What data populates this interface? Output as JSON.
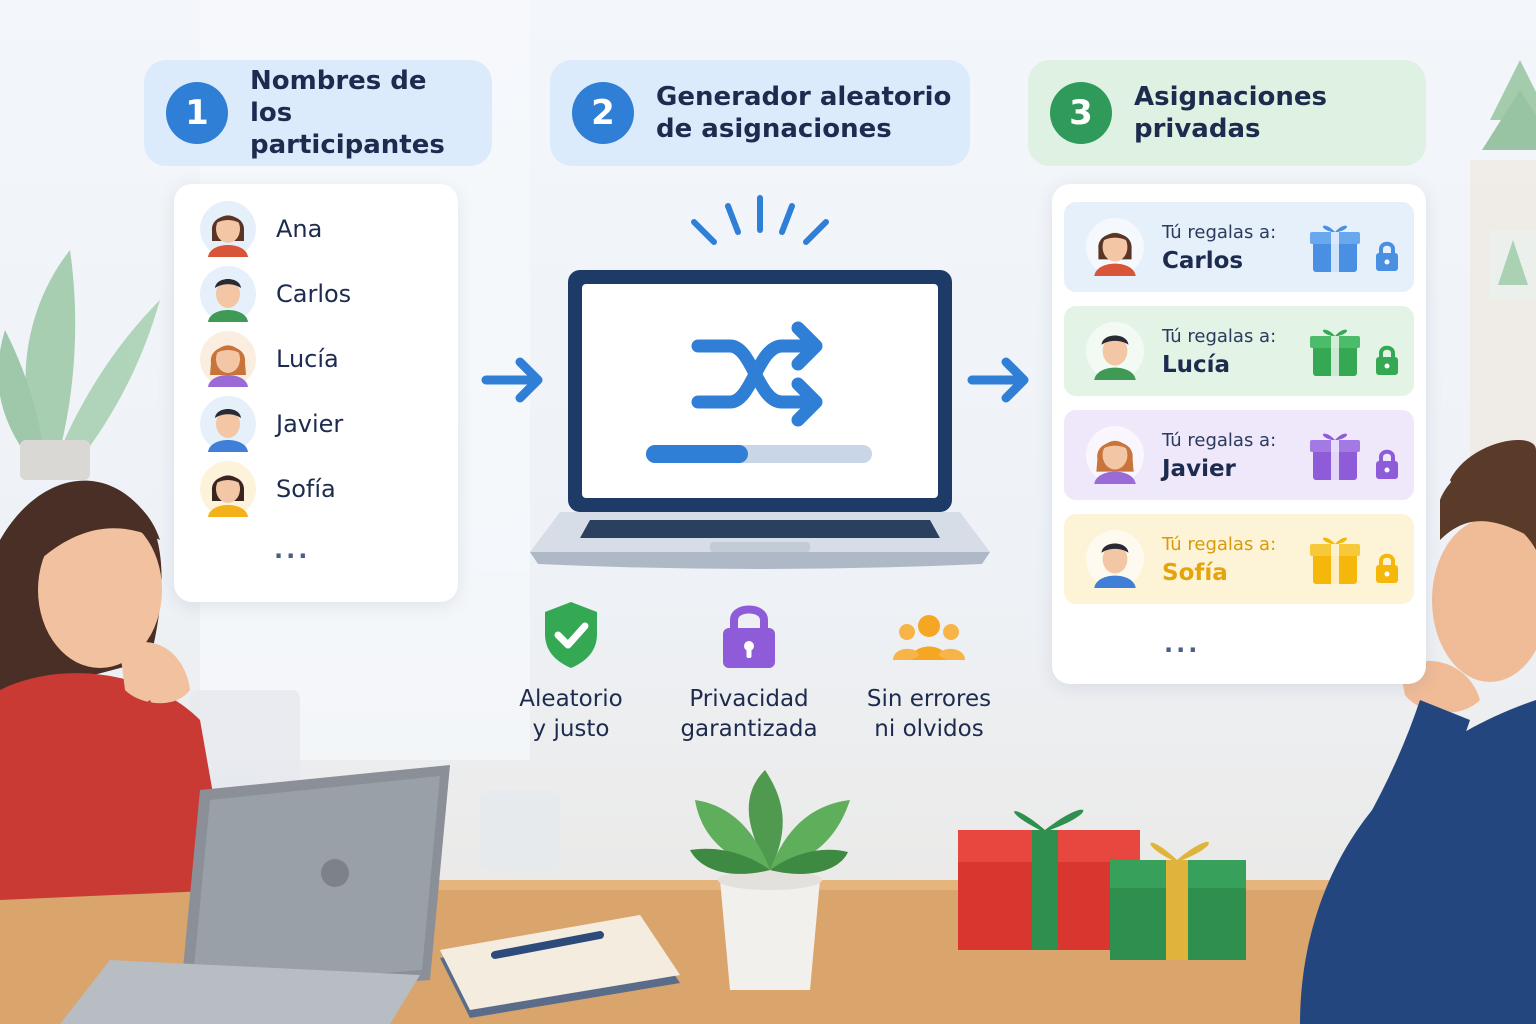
{
  "steps": [
    {
      "number": "1",
      "title": "Nombres de\nlos participantes"
    },
    {
      "number": "2",
      "title": "Generador aleatorio\nde asignaciones"
    },
    {
      "number": "3",
      "title": "Asignaciones\nprivadas"
    }
  ],
  "participants": [
    "Ana",
    "Carlos",
    "Lucía",
    "Javier",
    "Sofía"
  ],
  "participants_more": "...",
  "assignments": [
    {
      "label": "Tú regalas a:",
      "name": "Carlos",
      "color": "#4a90e2"
    },
    {
      "label": "Tú regalas a:",
      "name": "Lucía",
      "color": "#34a853"
    },
    {
      "label": "Tú regalas a:",
      "name": "Javier",
      "color": "#8e5cd9"
    },
    {
      "label": "Tú regalas a:",
      "name": "Sofía",
      "color": "#f5b70a"
    }
  ],
  "assignments_more": "...",
  "features": [
    {
      "icon": "shield-check-icon",
      "label": "Aleatorio\ny justo",
      "color": "#34a853"
    },
    {
      "icon": "padlock-icon",
      "label": "Privacidad\ngarantizada",
      "color": "#8e5cd9"
    },
    {
      "icon": "group-icon",
      "label": "Sin errores\nni olvidos",
      "color": "#f5a623"
    }
  ],
  "colors": {
    "step1": "#2f7fd6",
    "step2": "#2f7fd6",
    "step3": "#2f9a5a",
    "arrow": "#2f7fd6",
    "progress": "#2f7fd6"
  },
  "generator": {
    "progress": 0.45
  }
}
